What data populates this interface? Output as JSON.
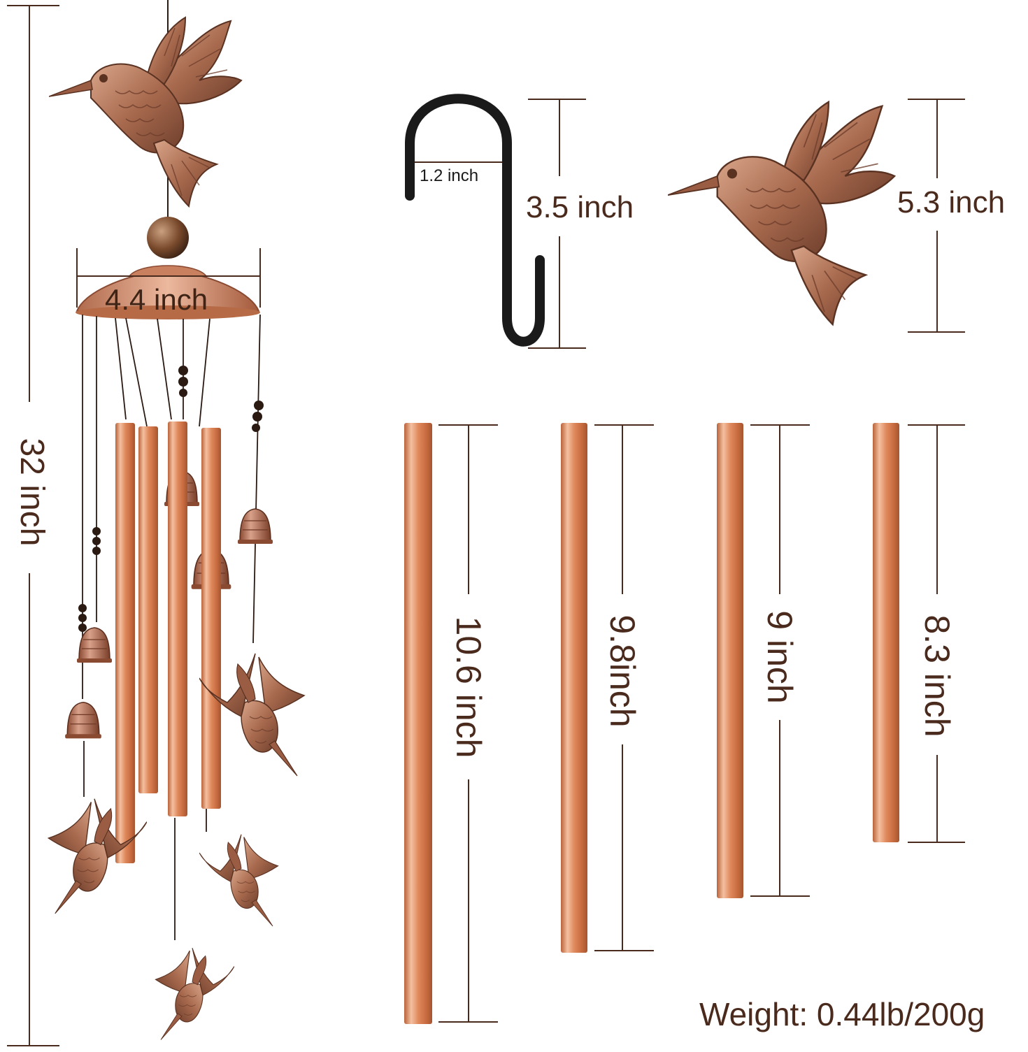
{
  "labels": {
    "total_length": "32 inch",
    "top_width": "4.4 inch",
    "hook_width": "1.2 inch",
    "hook_height": "3.5 inch",
    "bird_height": "5.3 inch",
    "tube_1": "10.6 inch",
    "tube_2": "9.8inch",
    "tube_3": "9 inch",
    "tube_4": "8.3 inch",
    "weight": "Weight: 0.44lb/200g"
  },
  "colors": {
    "dimension_line": "#4a2a1c",
    "copper_light": "#f2b48f",
    "copper_mid": "#d9855a",
    "copper_dark": "#a45530",
    "bronze": "#8e5a42",
    "hook": "#1a1a1a"
  },
  "icons": [
    "hummingbird-icon",
    "hook-icon",
    "bell-icon",
    "bead-icon"
  ]
}
